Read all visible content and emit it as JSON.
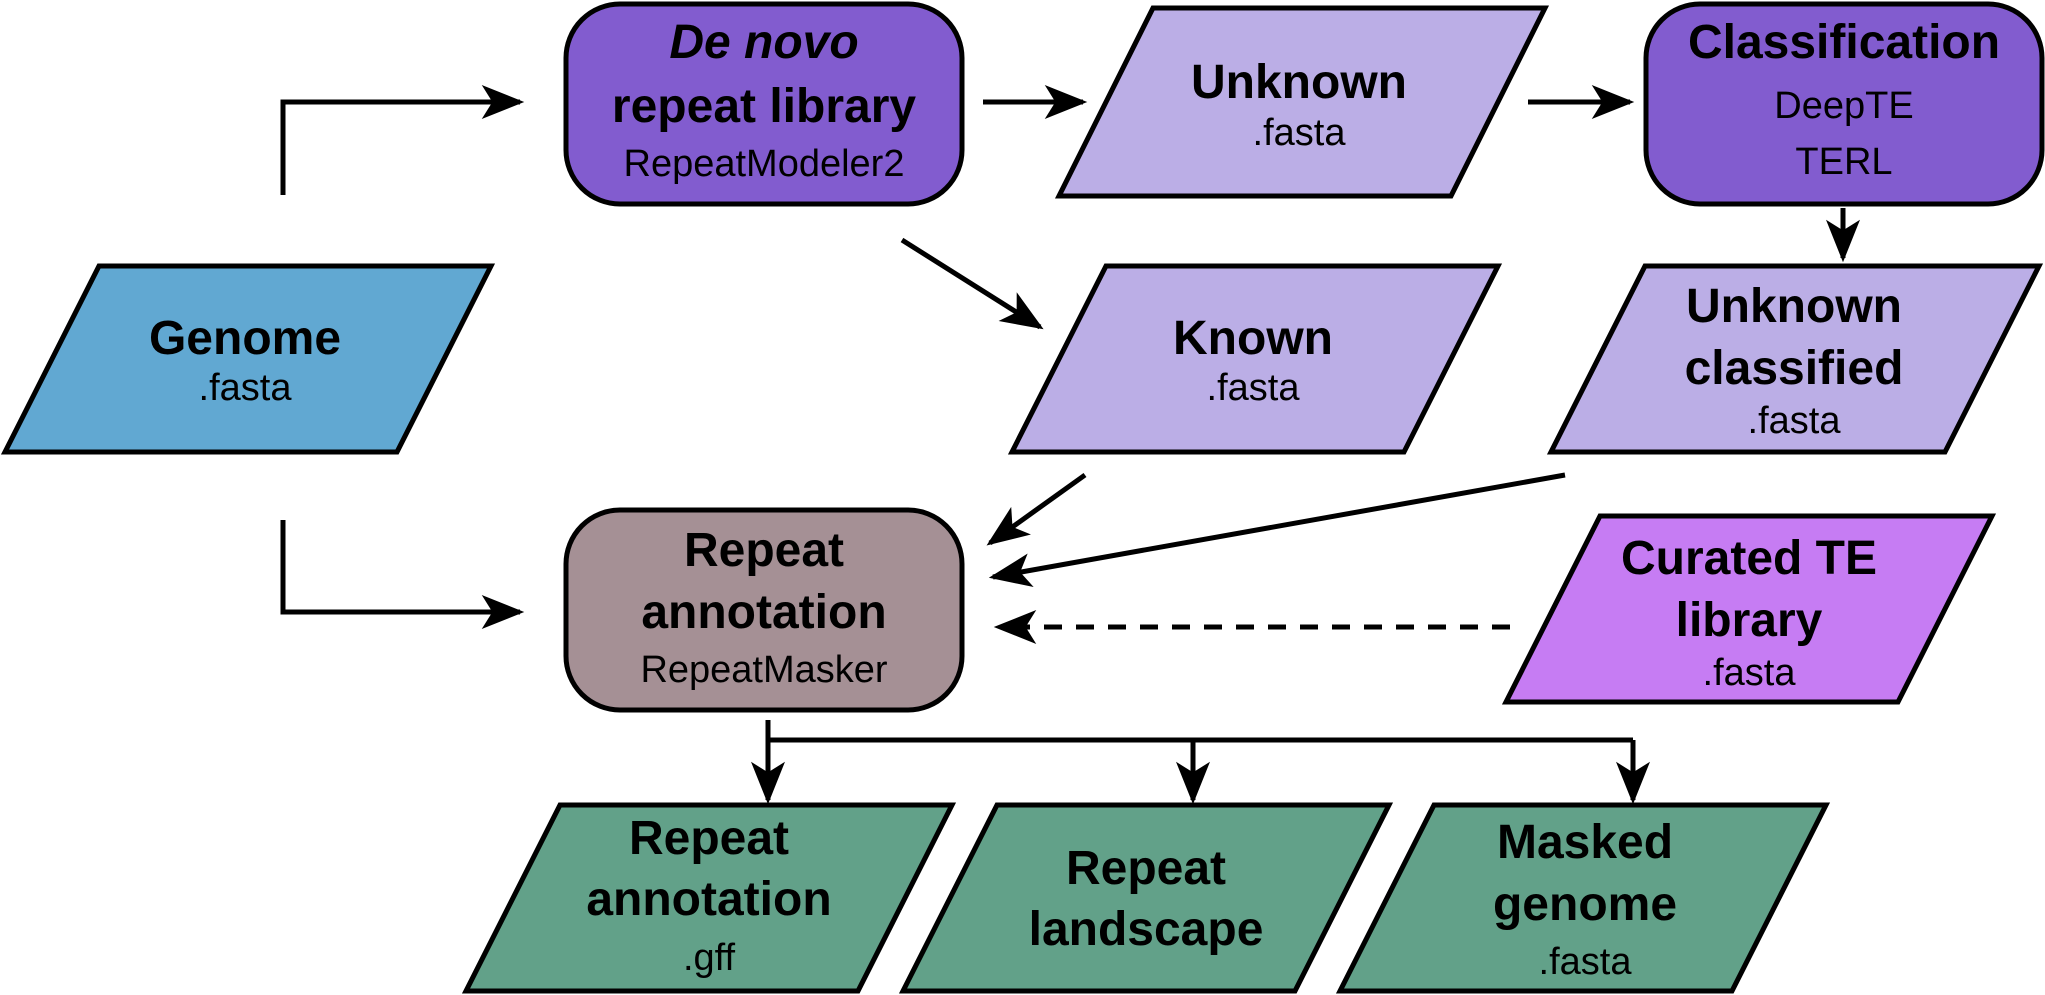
{
  "colors": {
    "input": "#61a8d2",
    "tool": "#825ccf",
    "fasta": "#bbaee6",
    "annotation": "#a59095",
    "curated": "#c67cf3",
    "output": "#62a189"
  },
  "nodes": {
    "genome": {
      "title": "Genome",
      "sub": ".fasta"
    },
    "denovo": {
      "title_italic": "De novo",
      "title": "repeat library",
      "sub": "RepeatModeler2"
    },
    "unknown": {
      "title": "Unknown",
      "sub": ".fasta"
    },
    "classification": {
      "title": "Classification",
      "tools": [
        "DeepTE",
        "TERL"
      ]
    },
    "known": {
      "title": "Known",
      "sub": ".fasta"
    },
    "unknown_classified": {
      "title_lines": [
        "Unknown",
        "classified"
      ],
      "sub": ".fasta"
    },
    "repeat_annotation": {
      "title_lines": [
        "Repeat",
        "annotation"
      ],
      "sub": "RepeatMasker"
    },
    "curated": {
      "title_lines": [
        "Curated TE",
        "library"
      ],
      "sub": ".fasta"
    },
    "out_gff": {
      "title_lines": [
        "Repeat",
        "annotation"
      ],
      "sub": ".gff"
    },
    "out_landscape": {
      "title_lines": [
        "Repeat",
        "landscape"
      ]
    },
    "out_masked": {
      "title_lines": [
        "Masked",
        "genome"
      ],
      "sub": ".fasta"
    }
  }
}
